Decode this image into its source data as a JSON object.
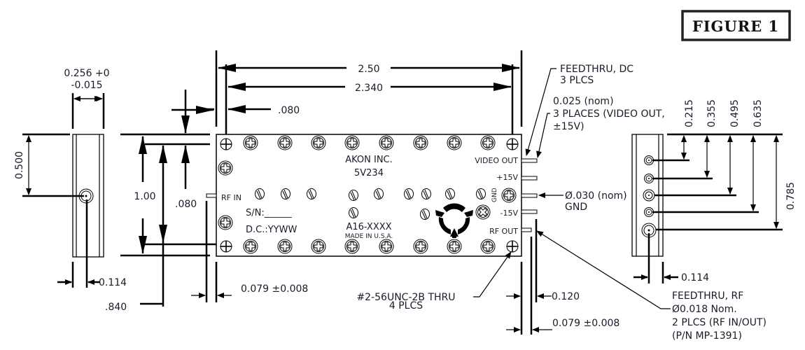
{
  "figure_label": "FIGURE 1",
  "side_view_left": {
    "width_dim": "0.256 +0",
    "width_tol": "-0.015",
    "height_dim": "0.500",
    "connector_offset": "0.114"
  },
  "top_view": {
    "overall_length": "2.50",
    "hole_spacing": "2.340",
    "hole_edge_offset_top": ".080",
    "overall_height": "1.00",
    "hole_spacing_vertical": ".840",
    "hole_edge_offset_side": ".080",
    "pin_protrusion_left": "0.079 ±0.008",
    "pin_protrusion_right": "0.079 ±0.008",
    "pin_offset_right": "0.120",
    "labels": {
      "company": "AKON INC.",
      "model": "5V234",
      "serial": "S/N:______",
      "date_code": "D.C.:YYWW",
      "part_number": "A16-XXXX",
      "origin": "MADE IN U.S.A.",
      "rf_in": "RF IN",
      "video_out": "VIDEO OUT",
      "plus15": "+15V",
      "gnd": "GND",
      "minus15": "-15V",
      "rf_out": "RF OUT"
    }
  },
  "callouts": {
    "feedthru_dc": [
      "FEEDTHRU, DC",
      "3 PLCS"
    ],
    "pin_size": [
      "0.025 (nom)",
      "3 PLACES (VIDEO OUT,",
      "±15V)"
    ],
    "gnd_pin": [
      "Ø.030 (nom)",
      "GND"
    ],
    "mount_holes": [
      "#2-56UNC-2B THRU",
      "4 PLCS"
    ],
    "feedthru_rf": [
      "FEEDTHRU, RF",
      "Ø0.018 Nom.",
      "2 PLCS (RF IN/OUT)",
      "(P/N MP-1391)"
    ]
  },
  "side_view_right": {
    "pin_positions": [
      "0.215",
      "0.355",
      "0.495",
      "0.635"
    ],
    "rf_position": "0.785",
    "connector_offset": "0.114"
  }
}
